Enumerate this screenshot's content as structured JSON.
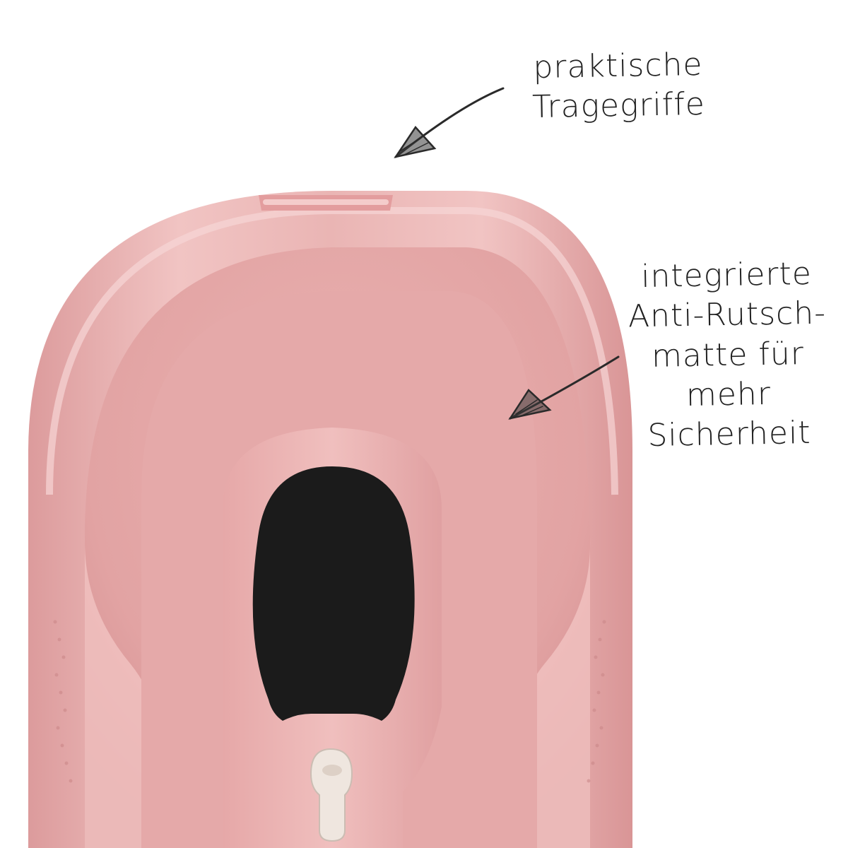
{
  "annotations": {
    "handles": {
      "lines": [
        "praktische",
        "Tragegriffe"
      ]
    },
    "mat": {
      "lines": [
        "integrierte",
        "Anti-Rutsch-",
        "matte für",
        "mehr",
        "Sicherheit"
      ]
    }
  },
  "colors": {
    "background": "#ffffff",
    "tub": "#e8aeae",
    "tub_dark": "#d98f90",
    "tub_light": "#f4cccb",
    "mat": "#1b1b1b",
    "drain_plug": "#efe6df",
    "ink": "#222222"
  },
  "icons": {
    "handles_arrow": "hand-drawn-arrow-icon",
    "mat_arrow": "hand-drawn-arrow-icon"
  }
}
